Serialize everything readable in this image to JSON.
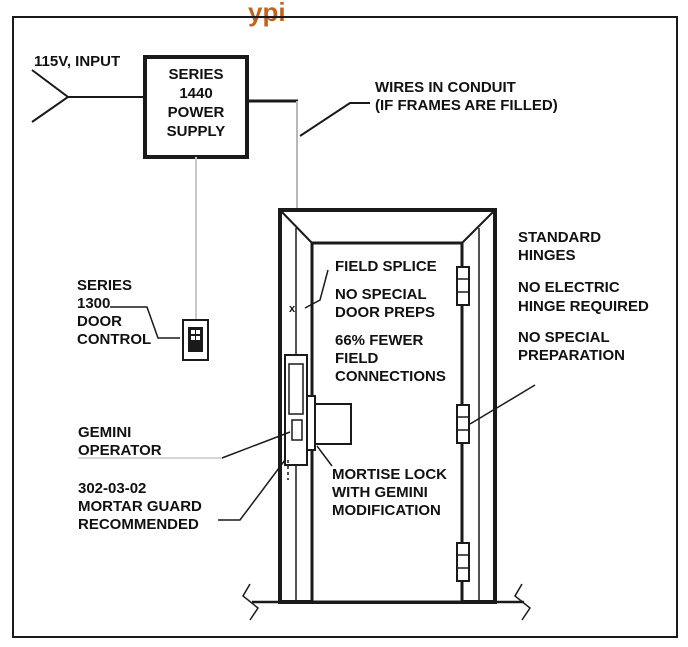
{
  "title_fragment": {
    "text": "ypi",
    "color": "#c0651f"
  },
  "colors": {
    "line": "#1a1a1a",
    "faint": "#b8b8b8",
    "frame_fill": "#ffffff"
  },
  "labels": {
    "input": "115V, INPUT",
    "power_supply": [
      "SERIES",
      "1440",
      "POWER",
      "SUPPLY"
    ],
    "wires": [
      "WIRES IN CONDUIT",
      "(IF FRAMES ARE FILLED)"
    ],
    "door_control": [
      "SERIES",
      "1300",
      "DOOR",
      "CONTROL"
    ],
    "standard_hinges": [
      "STANDARD",
      "HINGES"
    ],
    "no_electric_hinge": [
      "NO ELECTRIC",
      "HINGE REQUIRED"
    ],
    "no_special_prep": [
      "NO SPECIAL",
      "PREPARATION"
    ],
    "field_splice": "FIELD SPLICE",
    "no_special_door_preps": [
      "NO SPECIAL",
      "DOOR PREPS"
    ],
    "fewer_connections": [
      "66% FEWER",
      "FIELD",
      "CONNECTIONS"
    ],
    "gemini_operator": [
      "GEMINI",
      "OPERATOR"
    ],
    "mortar_guard": [
      "302-03-02",
      "MORTAR GUARD",
      "RECOMMENDED"
    ],
    "mortise_lock": [
      "MORTISE LOCK",
      "WITH GEMINI",
      "MODIFICATION"
    ]
  }
}
